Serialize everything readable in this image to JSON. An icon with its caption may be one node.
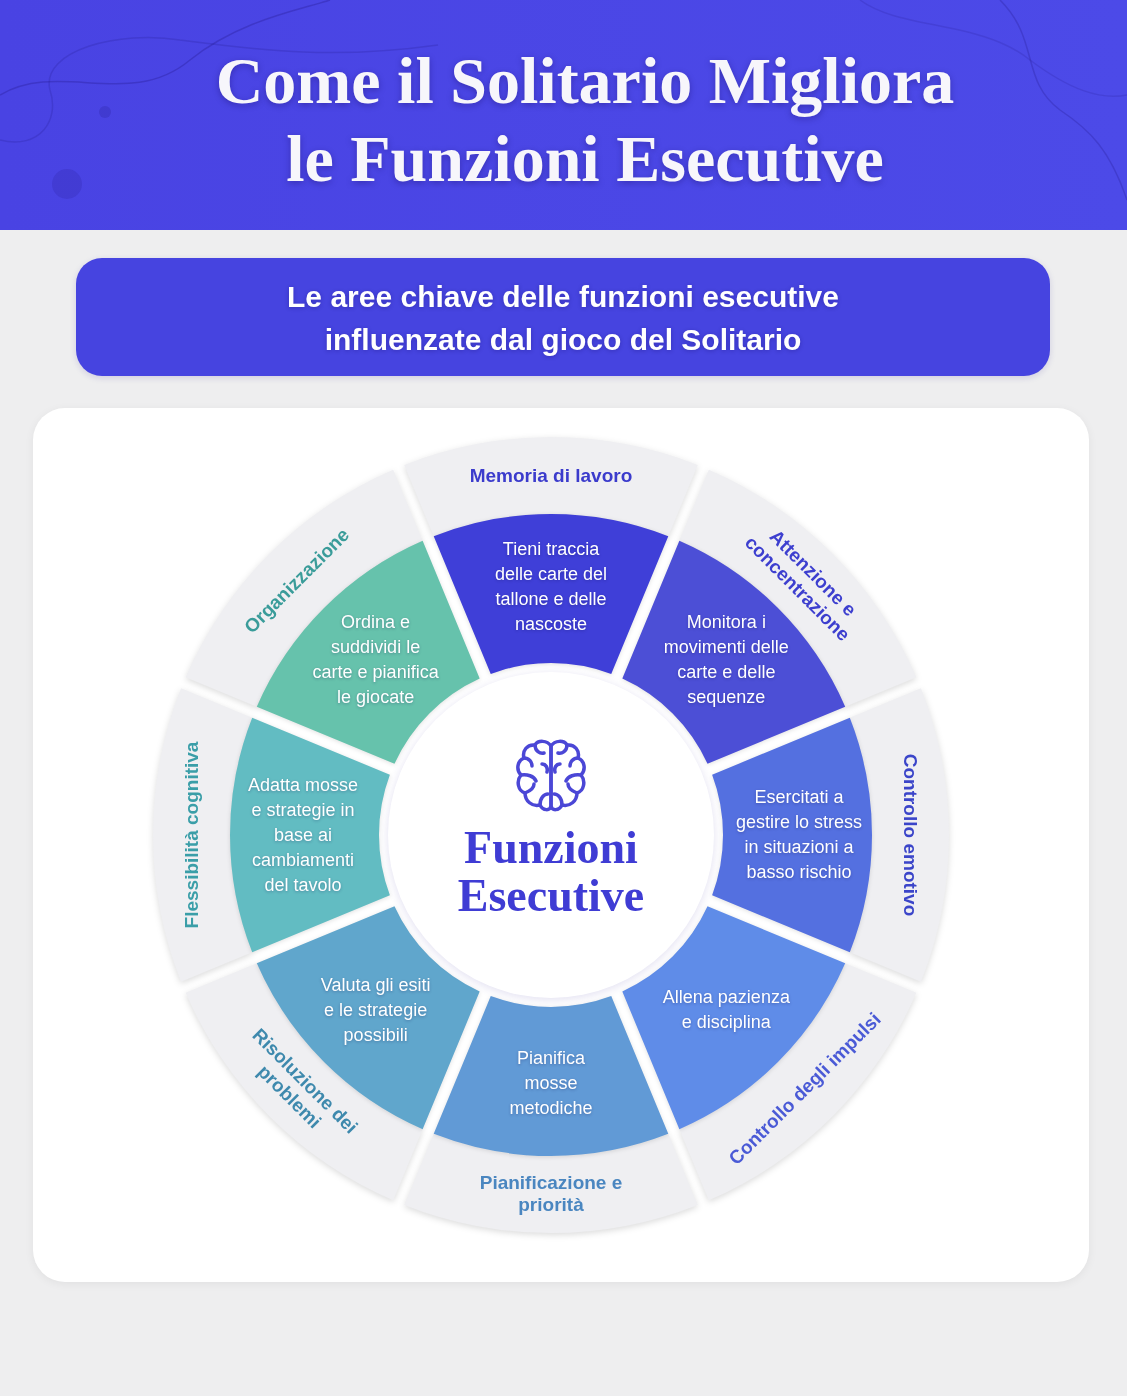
{
  "diagram": {
    "title": "Come il Solitario Migliora le Funzioni Esecutive",
    "nodes": [
      {
        "text": [
          "Le aree chiave delle funzioni esecutive influenzate dal gioco del Solitario"
        ]
      },
      {
        "text": [
          "Funzioni Esecutive"
        ]
      },
      {
        "text": [
          "Memoria di lavoro",
          "Tieni traccia delle carte del tallone e delle nascoste"
        ]
      },
      {
        "text": [
          "Attenzione e concentrazione",
          "Monitora i movimenti delle carte e delle sequenze"
        ]
      },
      {
        "text": [
          "Controllo emotivo",
          "Esercitati a gestire lo stress in situazioni a basso rischio"
        ]
      },
      {
        "text": [
          "Controllo degli impulsi",
          "Allena pazienza e disciplina"
        ]
      },
      {
        "text": [
          "Pianifica mosse metodiche",
          "Pianificazione e priorità"
        ]
      },
      {
        "text": [
          "Risoluzione dei problemi",
          "Valuta gli esiti e le strategie possibili"
        ]
      },
      {
        "text": [
          "Flessibilità cognitiva",
          "Adatta mosse e strategie in base ai cambiamenti del tavolo"
        ]
      },
      {
        "text": [
          "Organizzazione",
          "Ordina e suddividi le carte e pianifica le giocate"
        ]
      }
    ]
  }
}
